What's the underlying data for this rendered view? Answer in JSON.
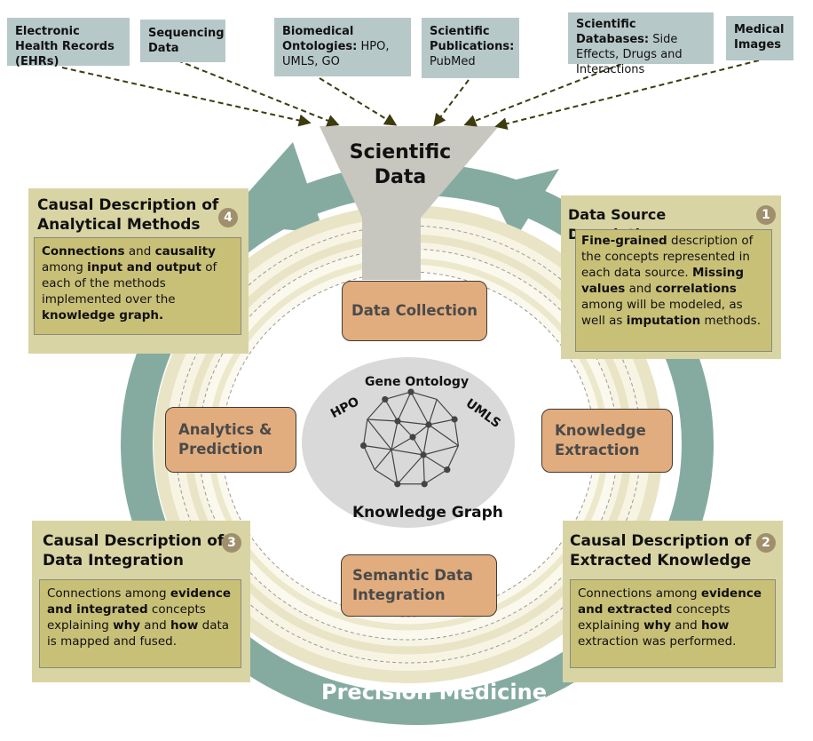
{
  "sources": [
    {
      "id": "ehr",
      "bold": "Electronic Health Records (EHRs)",
      "rest": ""
    },
    {
      "id": "seq",
      "bold": "Sequencing Data",
      "rest": ""
    },
    {
      "id": "onto",
      "bold": "Biomedical Ontologies:",
      "rest": " HPO, UMLS, GO"
    },
    {
      "id": "pubs",
      "bold": "Scientific Publications:",
      "rest": " PubMed"
    },
    {
      "id": "dbs",
      "bold": "Scientific Databases:",
      "rest": " Side Effects, Drugs and Interactions"
    },
    {
      "id": "img",
      "bold": "Medical Images",
      "rest": ""
    }
  ],
  "funnel": {
    "label_line1": "Scientific",
    "label_line2": "Data"
  },
  "panels": {
    "methods": {
      "title_l1": "Causal Description of",
      "title_l2": "Analytical Methods",
      "badge": "4"
    },
    "source": {
      "title": "Data Source Description",
      "badge": "1"
    },
    "integration": {
      "title_l1": "Causal Description of",
      "title_l2": "Data Integration",
      "badge": "3"
    },
    "extracted": {
      "title_l1": "Causal Description of",
      "title_l2": "Extracted Knowledge",
      "badge": "2"
    }
  },
  "panel_text": {
    "methods": [
      {
        "t": "Connections",
        "b": true
      },
      {
        "t": " and ",
        "b": false
      },
      {
        "t": "causality",
        "b": true
      },
      {
        "t": " among ",
        "b": false
      },
      {
        "t": "input and output",
        "b": true
      },
      {
        "t": " of each of the methods implemented over the ",
        "b": false
      },
      {
        "t": "knowledge graph.",
        "b": true
      }
    ],
    "source": [
      {
        "t": "Fine-grained",
        "b": true
      },
      {
        "t": " description of the concepts represented in each data source. ",
        "b": false
      },
      {
        "t": "Missing values",
        "b": true
      },
      {
        "t": " and ",
        "b": false
      },
      {
        "t": "correlations",
        "b": true
      },
      {
        "t": " among will be modeled, as well as ",
        "b": false
      },
      {
        "t": "imputation",
        "b": true
      },
      {
        "t": " methods.",
        "b": false
      }
    ],
    "integration": [
      {
        "t": "Connections among ",
        "b": false
      },
      {
        "t": "evidence and integrated",
        "b": true
      },
      {
        "t": " concepts explaining ",
        "b": false
      },
      {
        "t": "why",
        "b": true
      },
      {
        "t": " and ",
        "b": false
      },
      {
        "t": "how",
        "b": true
      },
      {
        "t": " data is mapped and fused.",
        "b": false
      }
    ],
    "extracted": [
      {
        "t": "Connections among ",
        "b": false
      },
      {
        "t": "evidence and extracted",
        "b": true
      },
      {
        "t": " concepts explaining ",
        "b": false
      },
      {
        "t": "why",
        "b": true
      },
      {
        "t": " and ",
        "b": false
      },
      {
        "t": "how",
        "b": true
      },
      {
        "t": " extraction was performed.",
        "b": false
      }
    ]
  },
  "stages": {
    "collection": "Data Collection",
    "extraction": "Knowledge Extraction",
    "integration": "Semantic Data Integration",
    "analytics": "Analytics & Prediction"
  },
  "kg": {
    "gene_ontology": "Gene Ontology",
    "hpo": "HPO",
    "umls": "UMLS",
    "title": "Knowledge Graph"
  },
  "footer": {
    "precision_medicine": "Precision Medicine"
  },
  "colors": {
    "cycle": "#85aba1",
    "source_box": "#b7c8c9",
    "panel": "#d9d4a4",
    "panel_inner": "#c9c078",
    "stage": "#e2ad7e",
    "funnel": "#c7c6bf",
    "badge": "#a08f6c"
  }
}
